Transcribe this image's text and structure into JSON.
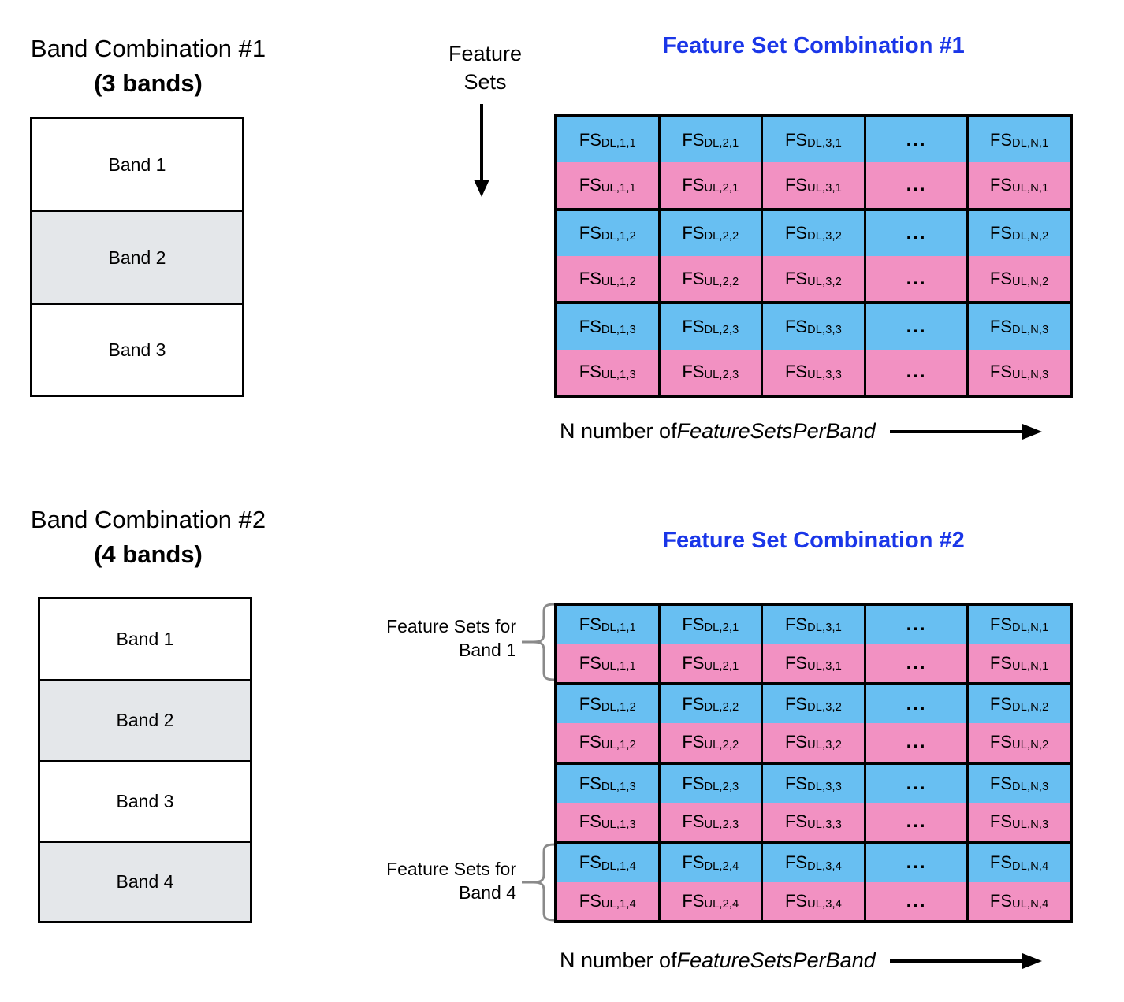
{
  "sections": [
    {
      "band_combination": {
        "title": "Band Combination #1",
        "subtitle": "(3 bands)",
        "bands": [
          "Band 1",
          "Band 2",
          "Band 3"
        ]
      },
      "feature_sets_axis_label": "Feature\nSets",
      "feature_sets_axis_label_line1": "Feature",
      "feature_sets_axis_label_line2": "Sets",
      "fs_title": "Feature Set Combination #1",
      "caption_prefix": "N number of ",
      "caption_italic": "FeatureSetsPerBand",
      "columns": [
        "1",
        "2",
        "3",
        "...",
        "N"
      ],
      "dots_label": "...",
      "bandgroups": [
        {
          "band_index": "1",
          "dl": [
            "FS",
            "FS",
            "FS",
            "...",
            "FS"
          ],
          "dl_subs": [
            "DL,1,1",
            "DL,2,1",
            "DL,3,1",
            "",
            "DL,N,1"
          ],
          "ul_subs": [
            "UL,1,1",
            "UL,2,1",
            "UL,3,1",
            "",
            "UL,N,1"
          ]
        },
        {
          "band_index": "2",
          "dl_subs": [
            "DL,1,2",
            "DL,2,2",
            "DL,3,2",
            "",
            "DL,N,2"
          ],
          "ul_subs": [
            "UL,1,2",
            "UL,2,2",
            "UL,3,2",
            "",
            "UL,N,2"
          ]
        },
        {
          "band_index": "3",
          "dl_subs": [
            "DL,1,3",
            "DL,2,3",
            "DL,3,3",
            "",
            "DL,N,3"
          ],
          "ul_subs": [
            "UL,1,3",
            "UL,2,3",
            "UL,3,3",
            "",
            "UL,N,3"
          ]
        }
      ]
    },
    {
      "band_combination": {
        "title": "Band Combination #2",
        "subtitle": "(4 bands)",
        "bands": [
          "Band 1",
          "Band 2",
          "Band 3",
          "Band 4"
        ]
      },
      "fs_title": "Feature Set Combination #2",
      "caption_prefix": "N number of ",
      "caption_italic": "FeatureSetsPerBand",
      "dots_label": "...",
      "brace_top_line1": "Feature Sets for",
      "brace_top_line2": "Band 1",
      "brace_bottom_line1": "Feature Sets for",
      "brace_bottom_line2": "Band 4",
      "bandgroups": [
        {
          "band_index": "1",
          "dl_subs": [
            "DL,1,1",
            "DL,2,1",
            "DL,3,1",
            "",
            "DL,N,1"
          ],
          "ul_subs": [
            "UL,1,1",
            "UL,2,1",
            "UL,3,1",
            "",
            "UL,N,1"
          ]
        },
        {
          "band_index": "2",
          "dl_subs": [
            "DL,1,2",
            "DL,2,2",
            "DL,3,2",
            "",
            "DL,N,2"
          ],
          "ul_subs": [
            "UL,1,2",
            "UL,2,2",
            "UL,3,2",
            "",
            "UL,N,2"
          ]
        },
        {
          "band_index": "3",
          "dl_subs": [
            "DL,1,3",
            "DL,2,3",
            "DL,3,3",
            "",
            "DL,N,3"
          ],
          "ul_subs": [
            "UL,1,3",
            "UL,2,3",
            "UL,3,3",
            "",
            "UL,N,3"
          ]
        },
        {
          "band_index": "4",
          "dl_subs": [
            "DL,1,4",
            "DL,2,4",
            "DL,3,4",
            "",
            "DL,N,4"
          ],
          "ul_subs": [
            "UL,1,4",
            "UL,2,4",
            "UL,3,4",
            "",
            "UL,N,4"
          ]
        }
      ]
    }
  ],
  "cell_prefix": "FS",
  "colors": {
    "downlink": "#68bff2",
    "uplink": "#f291c2",
    "title_blue": "#1a36e8",
    "band_shaded": "#e4e7ea",
    "stroke": "#000000",
    "brace": "#808080"
  }
}
